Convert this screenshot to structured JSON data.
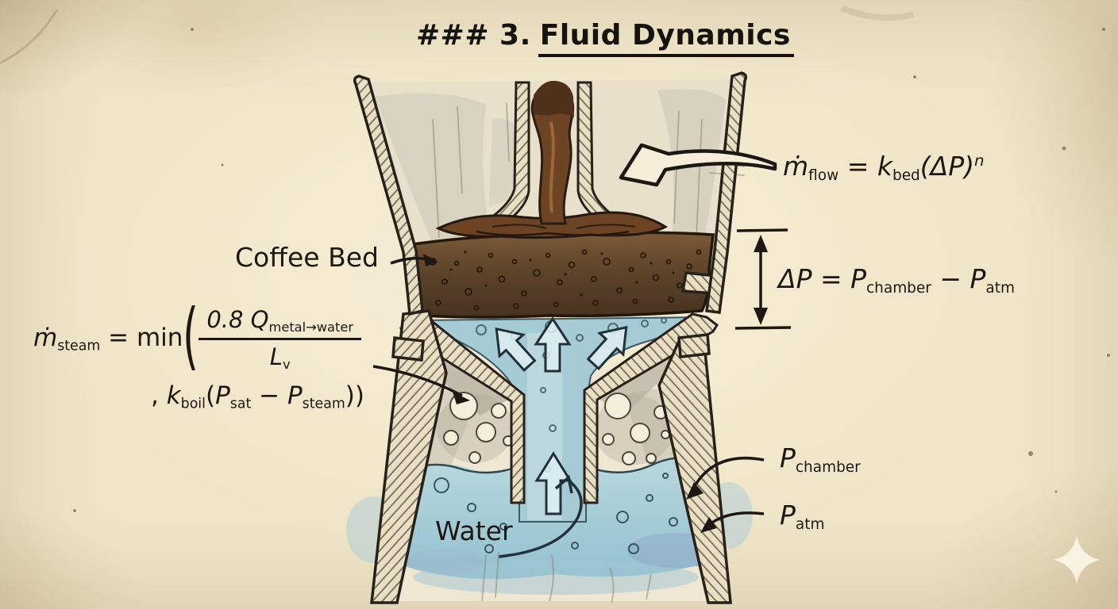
{
  "title": {
    "prefix": "### 3.",
    "underlined": "Fluid Dynamics"
  },
  "diagram": {
    "labels": {
      "coffee_bed": "Coffee Bed",
      "water": "Water"
    },
    "pressure_labels": {
      "p_chamber": {
        "base": "P",
        "sub": "chamber"
      },
      "p_atm": {
        "base": "P",
        "sub": "atm"
      }
    }
  },
  "equations": {
    "mass_flow": {
      "lhs_base": "ṁ",
      "lhs_sub": "flow",
      "equals": " = ",
      "coeff_base": "k",
      "coeff_sub": "bed",
      "argument": "(ΔP)",
      "exponent": "n"
    },
    "pressure_difference": {
      "lhs": "ΔP = ",
      "p1_base": "P",
      "p1_sub": "chamber",
      "minus": " − ",
      "p2_base": "P",
      "p2_sub": "atm"
    },
    "steam_mass": {
      "lhs_base": "ṁ",
      "lhs_sub": "steam",
      "equals": " = min",
      "open_paren": "(",
      "numerator_base": "0.8 Q",
      "numerator_sub": "metal→water",
      "denominator_base": "L",
      "denominator_sub": "v",
      "second_line_lead": ", ",
      "coeff_base": "k",
      "coeff_sub": "boil",
      "inner_open": "(",
      "p1_base": "P",
      "p1_sub": "sat",
      "minus": " − ",
      "p2_base": "P",
      "p2_sub": "steam",
      "close_parens": "))"
    }
  },
  "icons": {
    "sparkle": "four-point-star"
  },
  "colors": {
    "paper": "#efe5c7",
    "ink": "#1d1813",
    "coffee_bed": "#5d4429",
    "coffee_liquid": "#6d4423",
    "water": "#a5cbd5",
    "steam_wash": "#b3ac9c",
    "metal_wall": "#e9dfc2"
  }
}
